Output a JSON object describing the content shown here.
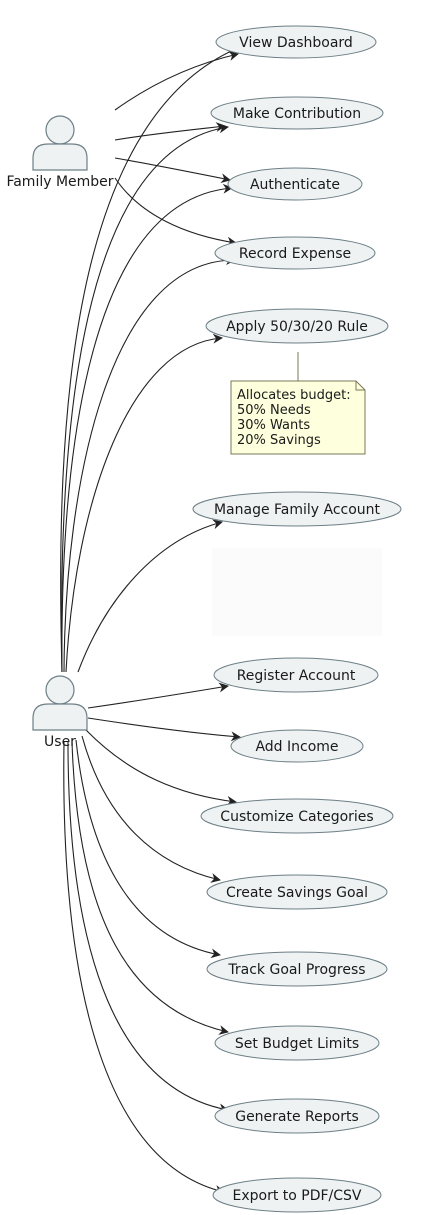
{
  "actors": {
    "family_member": "Family Member",
    "user": "User"
  },
  "use_cases": {
    "view_dashboard": "View Dashboard",
    "make_contribution": "Make Contribution",
    "authenticate": "Authenticate",
    "record_expense": "Record Expense",
    "apply_rule": "Apply 50/30/20 Rule",
    "manage_family": "Manage Family Account",
    "register_account": "Register Account",
    "add_income": "Add Income",
    "customize_categories": "Customize Categories",
    "create_savings_goal": "Create Savings Goal",
    "track_goal_progress": "Track Goal Progress",
    "set_budget_limits": "Set Budget Limits",
    "generate_reports": "Generate Reports",
    "export": "Export to PDF/CSV"
  },
  "note": {
    "lines": [
      "Allocates budget:",
      "50% Needs",
      "30% Wants",
      "20% Savings"
    ]
  },
  "colors": {
    "usecase_fill": "#eef2f3",
    "usecase_stroke": "#6d7f86",
    "actor_fill": "#eef2f3",
    "note_fill": "#feffdd",
    "note_stroke": "#7a7a5a",
    "arrow": "#222222"
  }
}
